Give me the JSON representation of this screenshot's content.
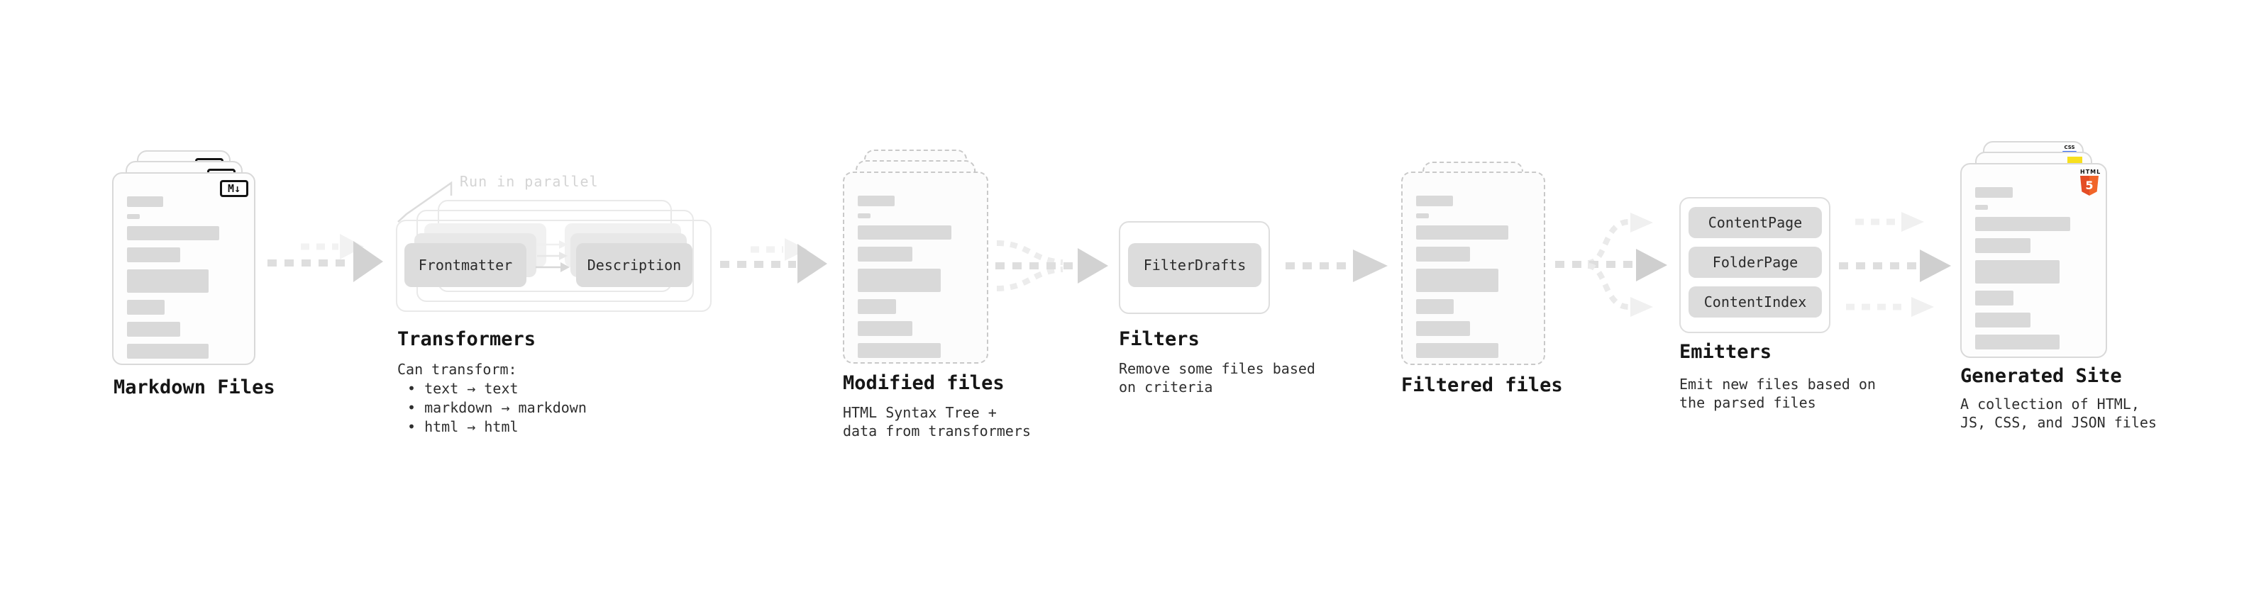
{
  "diagram": {
    "markdown": {
      "title": "Markdown Files",
      "badge": "M↓"
    },
    "transformers": {
      "title": "Transformers",
      "note": "Run in parallel",
      "chip_left": "Frontmatter",
      "chip_right": "Description",
      "desc_heading": "Can transform:",
      "bullets": [
        "• text → text",
        "• markdown → markdown",
        "• html → html"
      ]
    },
    "modified": {
      "title": "Modified files",
      "desc": "HTML Syntax Tree +\ndata from transformers"
    },
    "filters": {
      "title": "Filters",
      "chip": "FilterDrafts",
      "desc": "Remove some files based\non criteria"
    },
    "filtered": {
      "title": "Filtered files"
    },
    "emitters": {
      "title": "Emitters",
      "chips": [
        "ContentPage",
        "FolderPage",
        "ContentIndex"
      ],
      "desc": "Emit new files based on\nthe parsed files"
    },
    "generated": {
      "title": "Generated Site",
      "desc": "A collection of HTML,\nJS, CSS, and JSON files",
      "html5_word": "HTML",
      "html5_digit": "5",
      "css_word": "CSS"
    }
  },
  "colors": {
    "placeholder_bar": "#d9d9d9",
    "chip_gray": "#dcdcdc",
    "arrow_dash": "#dedede",
    "arrow_head": "#d2d2d2",
    "html5_orange": "#e44d26",
    "css_blue": "#2b62f6",
    "js_yellow": "#f7df1e"
  }
}
